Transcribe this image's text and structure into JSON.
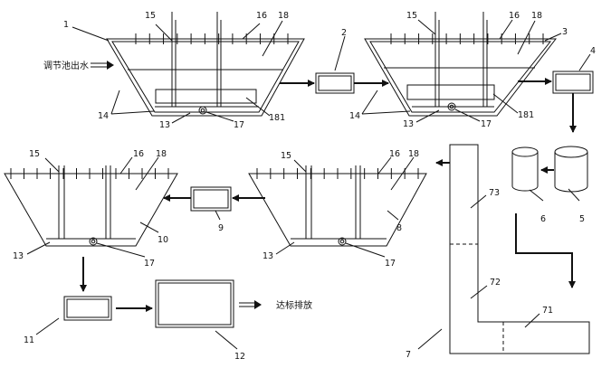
{
  "inlet_text": "调节池出水",
  "outlet_text": "达标排放",
  "labels": {
    "l1": "1",
    "l2": "2",
    "l3": "3",
    "l4": "4",
    "l5": "5",
    "l6": "6",
    "l7": "7",
    "l8": "8",
    "l9": "9",
    "l10": "10",
    "l11": "11",
    "l12": "12",
    "l13": "13",
    "l14": "14",
    "l15": "15",
    "l16": "16",
    "l17": "17",
    "l18": "18",
    "l71": "71",
    "l72": "72",
    "l73": "73",
    "l181": "181"
  }
}
